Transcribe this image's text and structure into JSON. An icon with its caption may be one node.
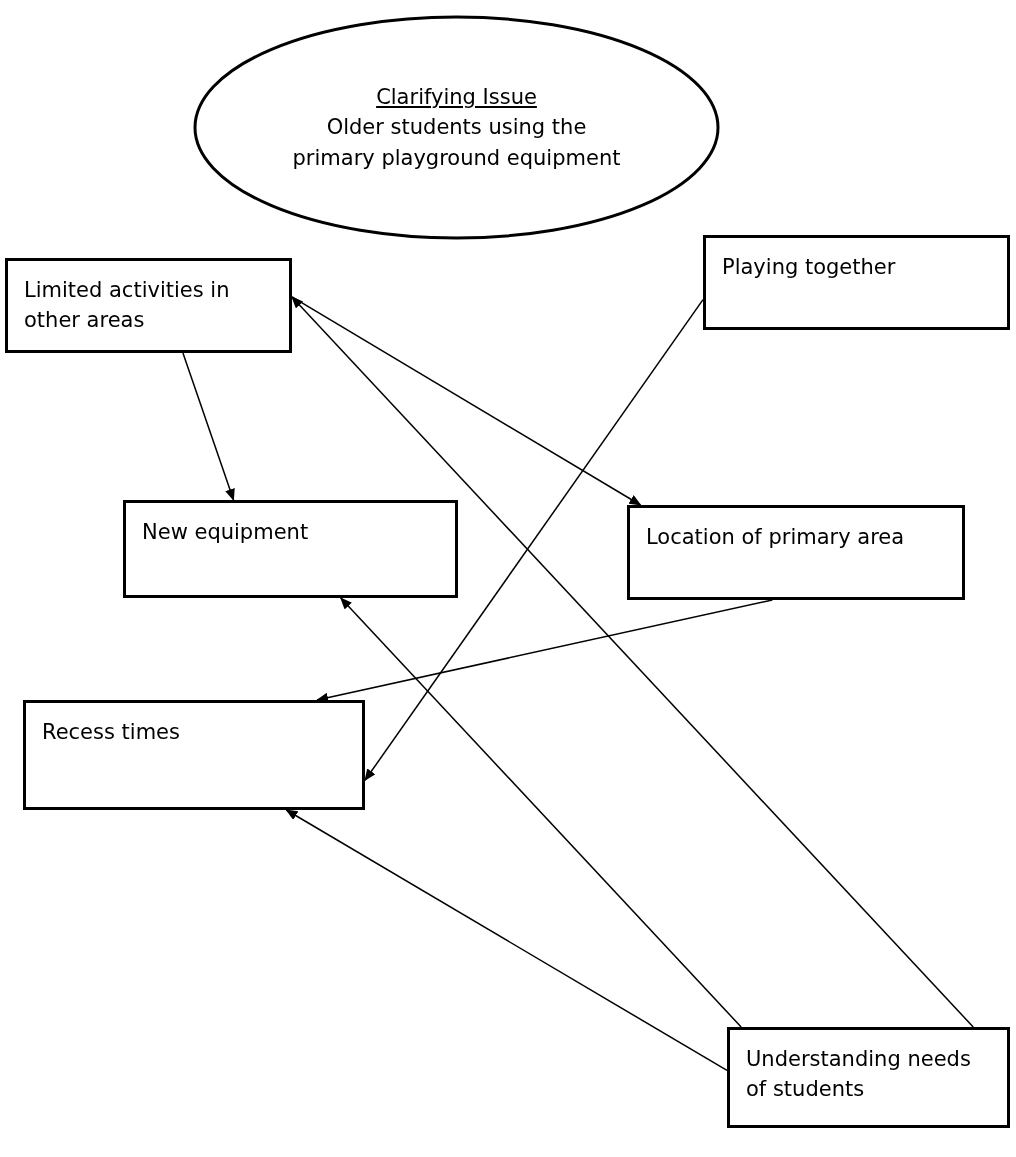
{
  "diagram": {
    "nodes": [
      {
        "text": [
          "Clarifying Issue",
          "Older students using the primary playground equipment"
        ]
      },
      {
        "text": [
          "Limited activities in other areas"
        ]
      },
      {
        "text": [
          "Playing together"
        ]
      },
      {
        "text": [
          "New equipment"
        ]
      },
      {
        "text": [
          "Location of primary area"
        ]
      },
      {
        "text": [
          "Recess times"
        ]
      },
      {
        "text": [
          "Understanding needs of students"
        ]
      }
    ],
    "edges": [
      {
        "from": 1,
        "to": 3,
        "arrow": "to"
      },
      {
        "from": 1,
        "to": 4,
        "arrow": "to"
      },
      {
        "from": 2,
        "to": 5,
        "arrow": "to"
      },
      {
        "from": 4,
        "to": 5,
        "arrow": "to"
      },
      {
        "from": 6,
        "to": 1,
        "arrow": "to"
      },
      {
        "from": 6,
        "to": 3,
        "arrow": "to"
      },
      {
        "from": 6,
        "to": 5,
        "arrow": "to"
      }
    ]
  }
}
